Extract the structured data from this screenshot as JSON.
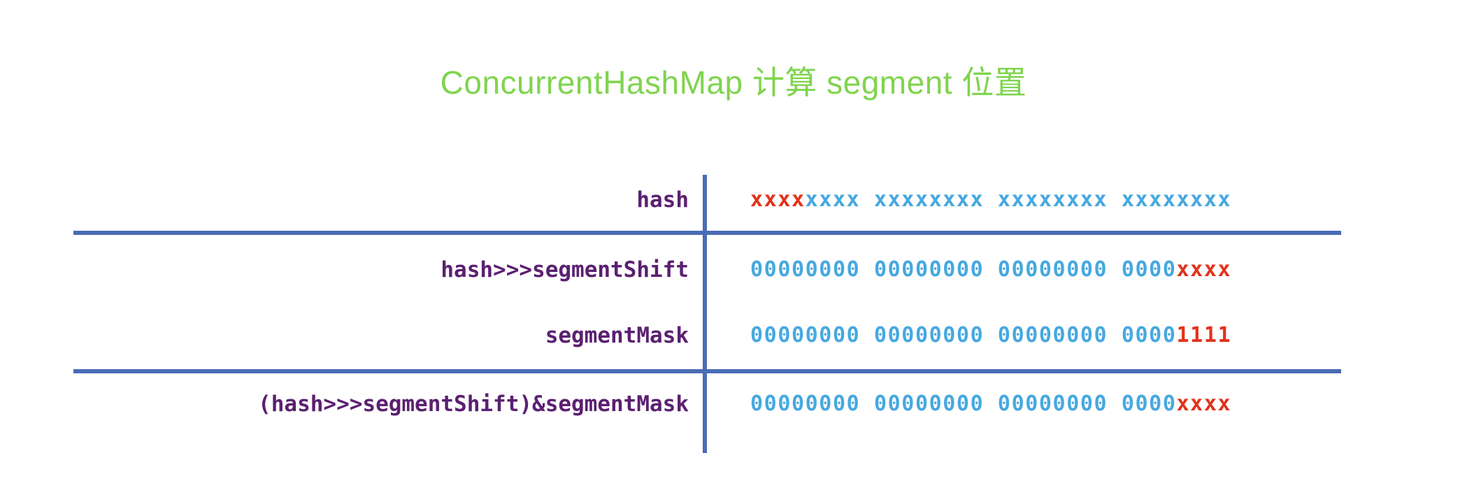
{
  "title": "ConcurrentHashMap 计算 segment 位置",
  "colors": {
    "title_green": "#80d44f",
    "label_purple": "#5b2071",
    "rule_blue": "#4a6cb5",
    "bit_blue": "#46a8e0",
    "bit_red": "#e2321c",
    "background": "#ffffff"
  },
  "rows": [
    {
      "label": "hash",
      "bits_red_1": "xxxx",
      "bits_blue_1": "xxxx xxxxxxxx xxxxxxxx xxxxxxxx",
      "bits_blue_2": "",
      "bits_red_2": "",
      "full_bits": "xxxxxxxx xxxxxxxx xxxxxxxx xxxxxxxx"
    },
    {
      "label": "hash>>>segmentShift",
      "bits_red_1": "",
      "bits_blue_1": "00000000 00000000 00000000 0000",
      "bits_red_2": "xxxx",
      "bits_blue_2": "",
      "full_bits": "00000000 00000000 00000000 0000xxxx"
    },
    {
      "label": "segmentMask",
      "bits_red_1": "",
      "bits_blue_1": "00000000 00000000 00000000 0000",
      "bits_red_2": "1111",
      "bits_blue_2": "",
      "full_bits": "00000000 00000000 00000000 00001111"
    },
    {
      "label": "(hash>>>segmentShift)&segmentMask",
      "bits_red_1": "",
      "bits_blue_1": "00000000 00000000 00000000 0000",
      "bits_red_2": "xxxx",
      "bits_blue_2": "",
      "full_bits": "00000000 00000000 00000000 0000xxxx"
    }
  ]
}
